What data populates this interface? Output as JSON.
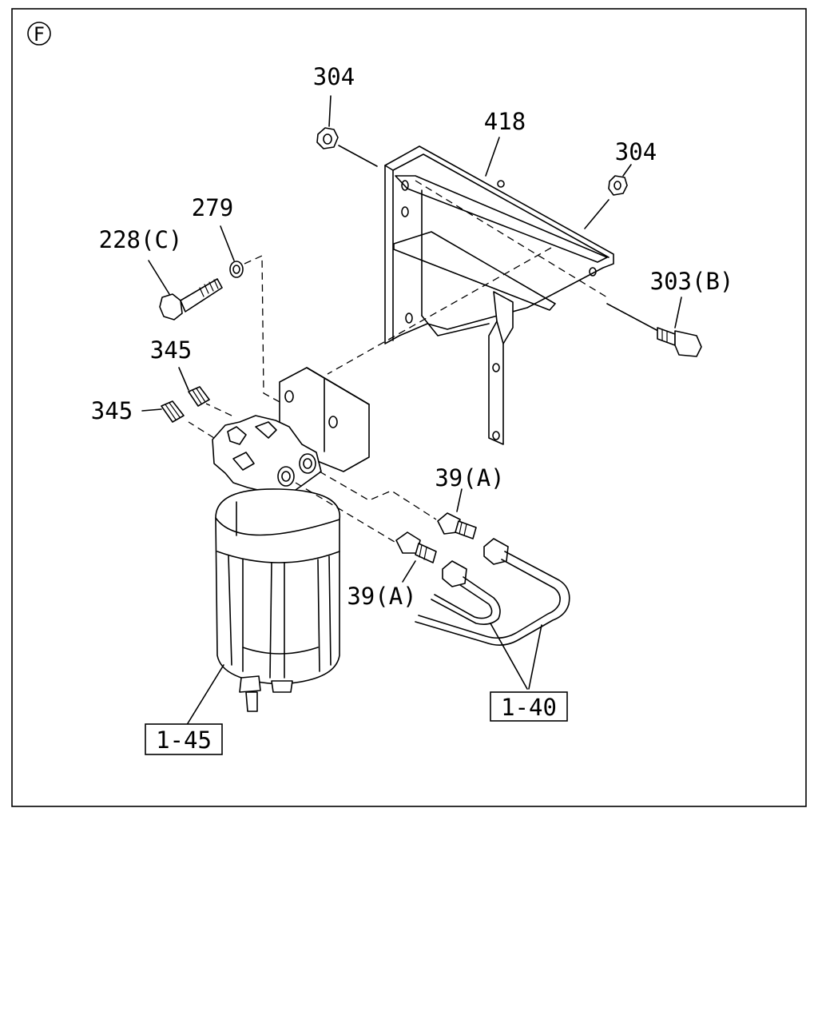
{
  "diagram": {
    "section_marker": "F",
    "labels": {
      "nut_top": "304",
      "bracket": "418",
      "nut_right": "304",
      "washer": "279",
      "bolt_left": "228(C)",
      "bolt_right": "303(B)",
      "plug_upper": "345",
      "plug_lower": "345",
      "fitting_right": "39(A)",
      "fitting_left": "39(A)",
      "pipe_assembly": "1-40",
      "filter_assembly": "1-45"
    }
  }
}
